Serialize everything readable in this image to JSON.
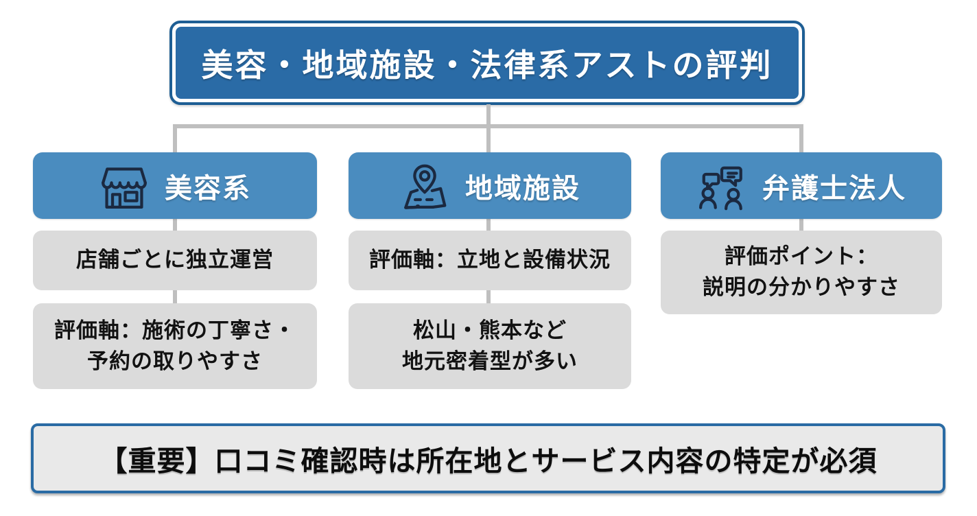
{
  "title": {
    "text": "美容・地域施設・法律系アストの評判"
  },
  "columns": [
    {
      "header": "美容系",
      "icon": "storefront-icon",
      "boxes": [
        "店舗ごとに独立運営",
        "評価軸：施術の丁寧さ・\n予約の取りやすさ"
      ]
    },
    {
      "header": "地域施設",
      "icon": "map-pin-icon",
      "boxes": [
        "評価軸：立地と設備状況",
        "松山・熊本など\n地元密着型が多い"
      ]
    },
    {
      "header": "弁護士法人",
      "icon": "people-chat-icon",
      "boxes": [
        "評価ポイント：\n説明の分かりやすさ"
      ]
    }
  ],
  "footer": {
    "text": "【重要】口コミ確認時は所在地とサービス内容の特定が必須"
  },
  "colors": {
    "title_fill": "#2A6BA6",
    "title_border": "#1E5E94",
    "header_fill": "#4A8CBF",
    "info_fill": "#DBDBDB",
    "connector": "#BFBFBF",
    "footer_fill": "#E9E9E9",
    "footer_border": "#2A6BA4",
    "icon_stroke": "#1B2940"
  }
}
